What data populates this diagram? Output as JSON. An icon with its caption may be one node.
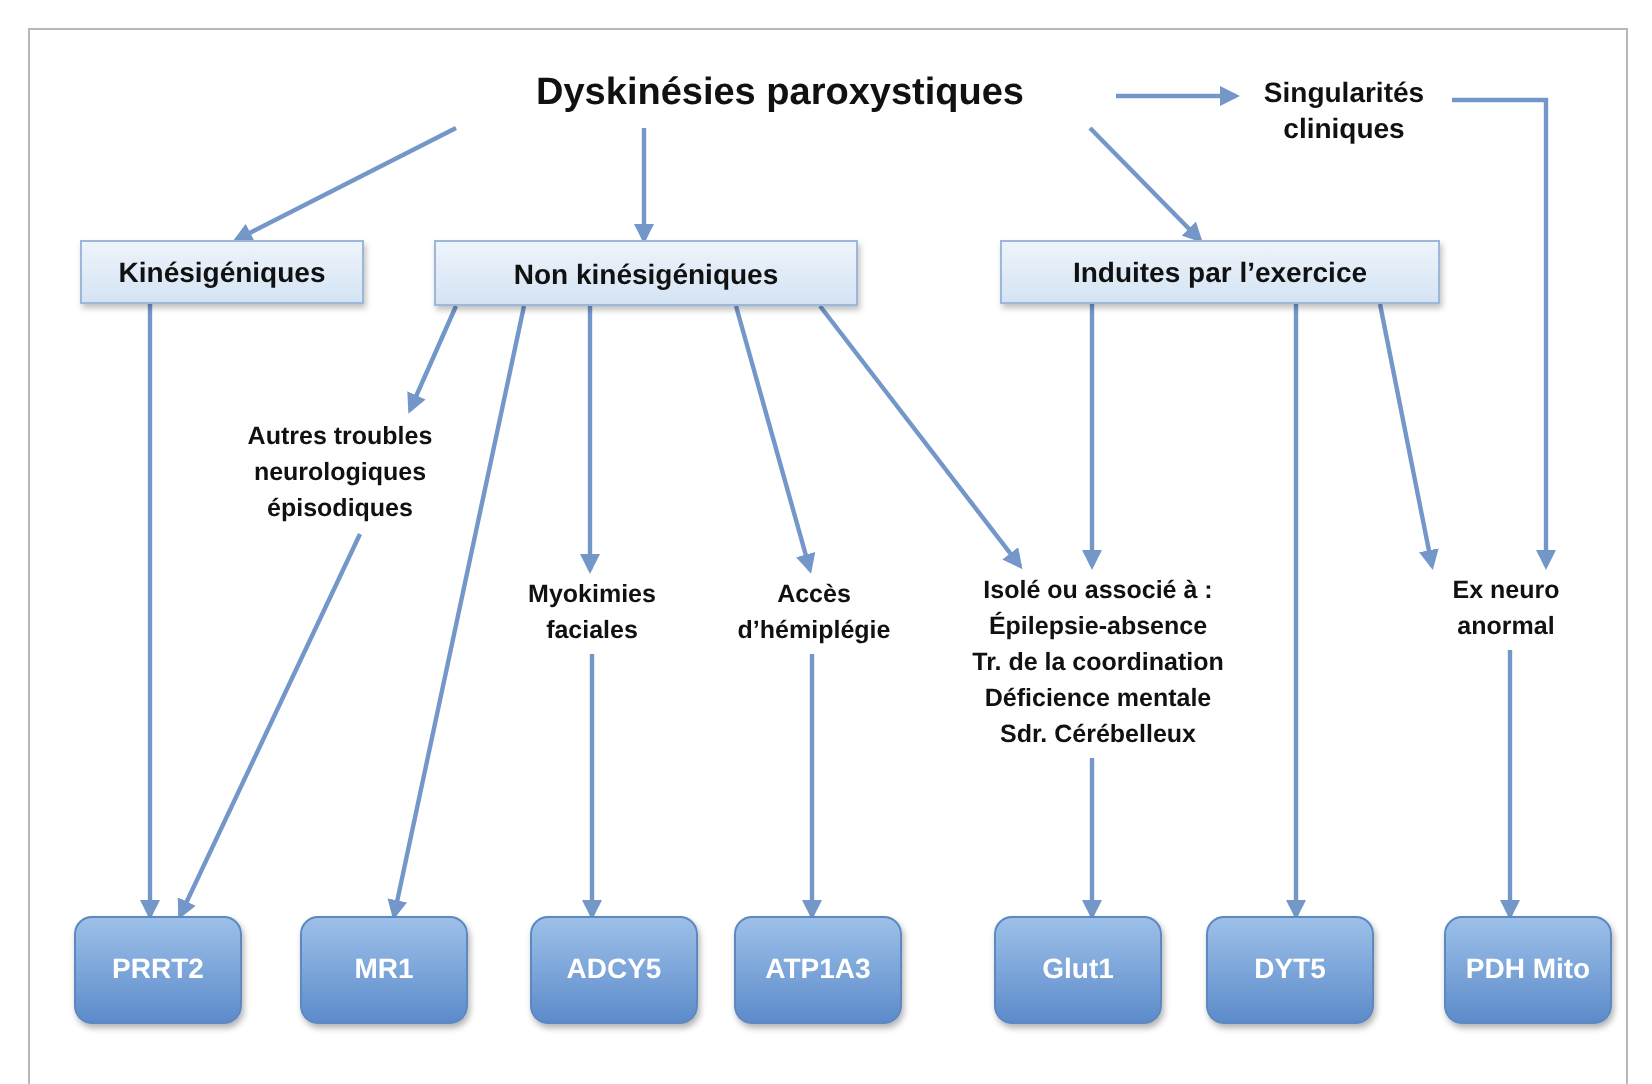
{
  "diagram": {
    "nodes": [
      {
        "text": [
          "Dyskinésies paroxystiques"
        ]
      },
      {
        "text": [
          "Singularités cliniques"
        ]
      },
      {
        "text": [
          "Kinésigéniques"
        ]
      },
      {
        "text": [
          "Non kinésigéniques"
        ]
      },
      {
        "text": [
          "Induites par l’exercice"
        ]
      },
      {
        "text": [
          "Autres troubles neurologiques épisodiques"
        ]
      },
      {
        "text": [
          "Myokimies faciales"
        ]
      },
      {
        "text": [
          "Accès d’hémiplégie"
        ]
      },
      {
        "text": [
          "Isolé ou associé à :",
          "Épilepsie-absence",
          "Tr. de la coordination",
          "Déficience mentale",
          "Sdr. Cérébelleux"
        ]
      },
      {
        "text": [
          "Ex neuro anormal"
        ]
      },
      {
        "text": [
          "PRRT2"
        ]
      },
      {
        "text": [
          "MR1"
        ]
      },
      {
        "text": [
          "ADCY5"
        ]
      },
      {
        "text": [
          "ATP1A3"
        ]
      },
      {
        "text": [
          "Glut1"
        ]
      },
      {
        "text": [
          "DYT5"
        ]
      },
      {
        "text": [
          "PDH Mito"
        ]
      }
    ],
    "edges": [
      {
        "from": 0,
        "to": 2,
        "arrow": "to"
      },
      {
        "from": 0,
        "to": 3,
        "arrow": "to"
      },
      {
        "from": 0,
        "to": 4,
        "arrow": "to"
      },
      {
        "from": 0,
        "to": 1,
        "arrow": "to"
      },
      {
        "from": 1,
        "to": 9,
        "arrow": "to"
      },
      {
        "from": 2,
        "to": 10,
        "arrow": "to"
      },
      {
        "from": 3,
        "to": 5,
        "arrow": "to"
      },
      {
        "from": 3,
        "to": 11,
        "arrow": "to"
      },
      {
        "from": 3,
        "to": 6,
        "arrow": "to"
      },
      {
        "from": 3,
        "to": 7,
        "arrow": "to"
      },
      {
        "from": 3,
        "to": 8,
        "arrow": "to"
      },
      {
        "from": 5,
        "to": 10,
        "arrow": "to"
      },
      {
        "from": 4,
        "to": 8,
        "arrow": "to"
      },
      {
        "from": 4,
        "to": 15,
        "arrow": "to"
      },
      {
        "from": 4,
        "to": 9,
        "arrow": "to"
      },
      {
        "from": 6,
        "to": 12,
        "arrow": "to"
      },
      {
        "from": 7,
        "to": 13,
        "arrow": "to"
      },
      {
        "from": 8,
        "to": 14,
        "arrow": "to"
      },
      {
        "from": 9,
        "to": 16,
        "arrow": "to"
      }
    ]
  }
}
